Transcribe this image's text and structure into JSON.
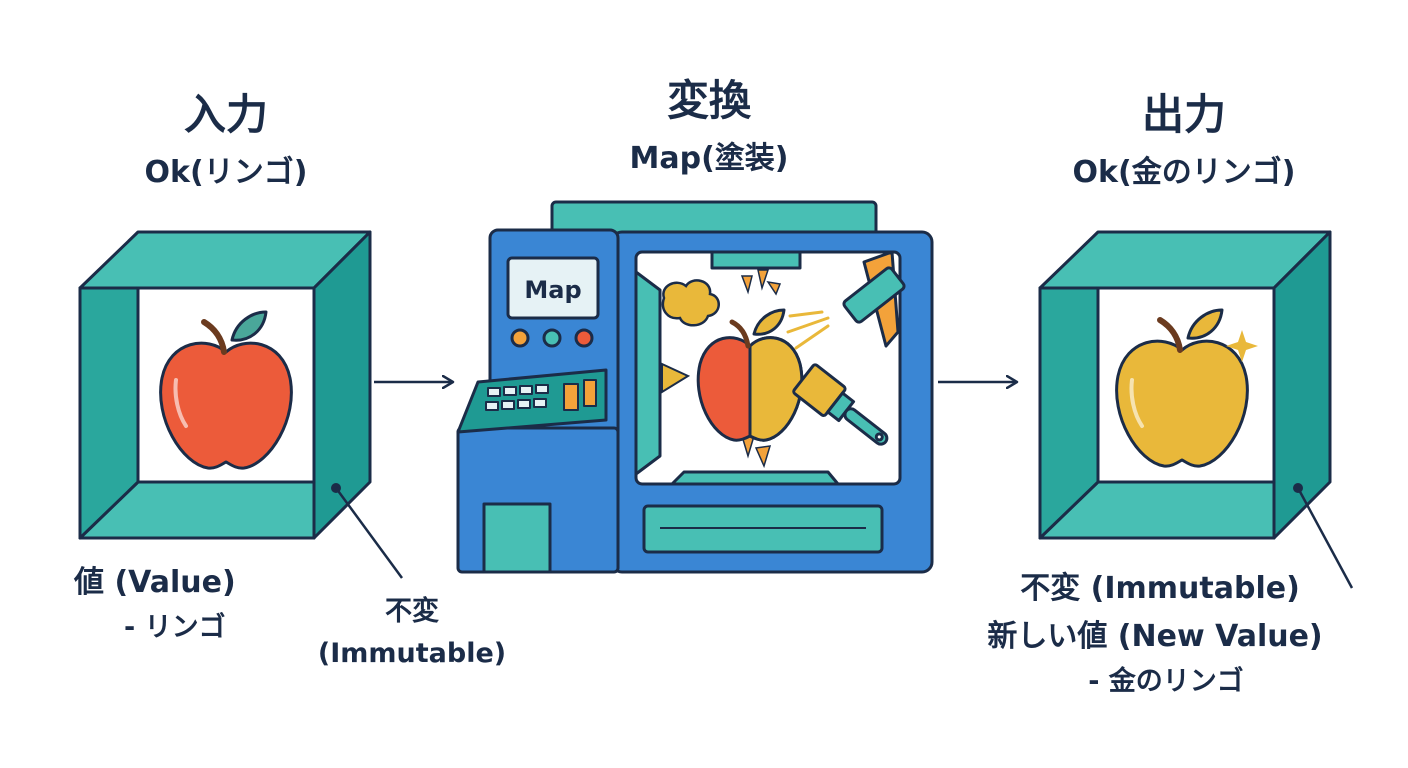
{
  "input": {
    "heading": "入力",
    "subtitle": "Ok(リンゴ)",
    "value_label": "値 (Value)",
    "value_desc": "- リンゴ",
    "immutable_label": "不変",
    "immutable_en": "(Immutable)"
  },
  "transform": {
    "heading": "変換",
    "subtitle": "Map(塗装)",
    "screen_label": "Map"
  },
  "output": {
    "heading": "出力",
    "subtitle": "Ok(金のリンゴ)",
    "immutable_label": "不変 (Immutable)",
    "value_label": "新しい値 (New Value)",
    "value_desc": "- 金のリンゴ"
  },
  "colors": {
    "teal": "#48bfb4",
    "teal_dark": "#1f9a93",
    "navy": "#1b2c48",
    "blue": "#3a86d4",
    "red_apple": "#ec5b3a",
    "gold_apple": "#e9b83a",
    "leaf": "#4aa79a",
    "orange": "#f3a23a"
  }
}
